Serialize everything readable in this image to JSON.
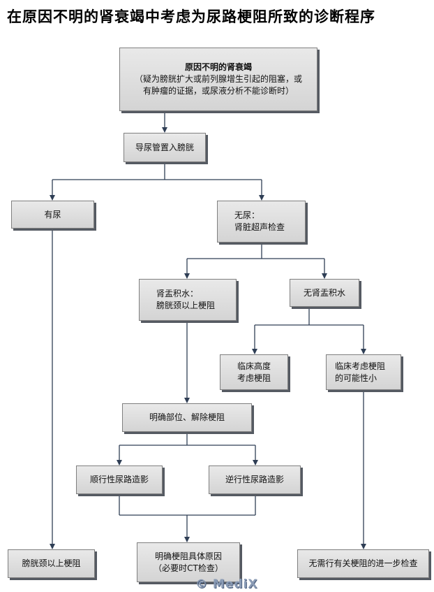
{
  "title": "在原因不明的肾衰竭中考虑为尿路梗阻所致的诊断程序",
  "nodes": {
    "start": {
      "line1": "原因不明的肾衰竭",
      "line2": "（疑为膀胱扩大或前列腺增生引起的阻塞，或",
      "line3": "有肿瘤的证据，或尿液分析不能诊断时）"
    },
    "catheter": "导尿管置入膀胱",
    "urine": "有尿",
    "no_urine": {
      "line1": "无尿：",
      "line2": "肾脏超声检查"
    },
    "hydronephrosis": {
      "line1": "肾盂积水：",
      "line2": "膀胱颈以上梗阻"
    },
    "no_hydronephrosis": "无肾盂积水",
    "high_suspicion": {
      "line1": "临床高度",
      "line2": "考虑梗阻"
    },
    "low_suspicion": {
      "line1": "临床考虑梗阻",
      "line2": "的可能性小"
    },
    "locate": "明确部位、解除梗阻",
    "antegrade": "顺行性尿路造影",
    "retrograde": "逆行性尿路造影",
    "above_bladder_neck": "膀胱颈以上梗阻",
    "cause": {
      "line1": "明确梗阻具体原因",
      "line2": "（必要时CT检查）"
    },
    "no_further": "无需行有关梗阻的进一步检查"
  },
  "watermark": "© MediX",
  "colors": {
    "box_fill": "#dcdcdc",
    "box_shadow": "#555a62",
    "line": "#2f3e55"
  }
}
